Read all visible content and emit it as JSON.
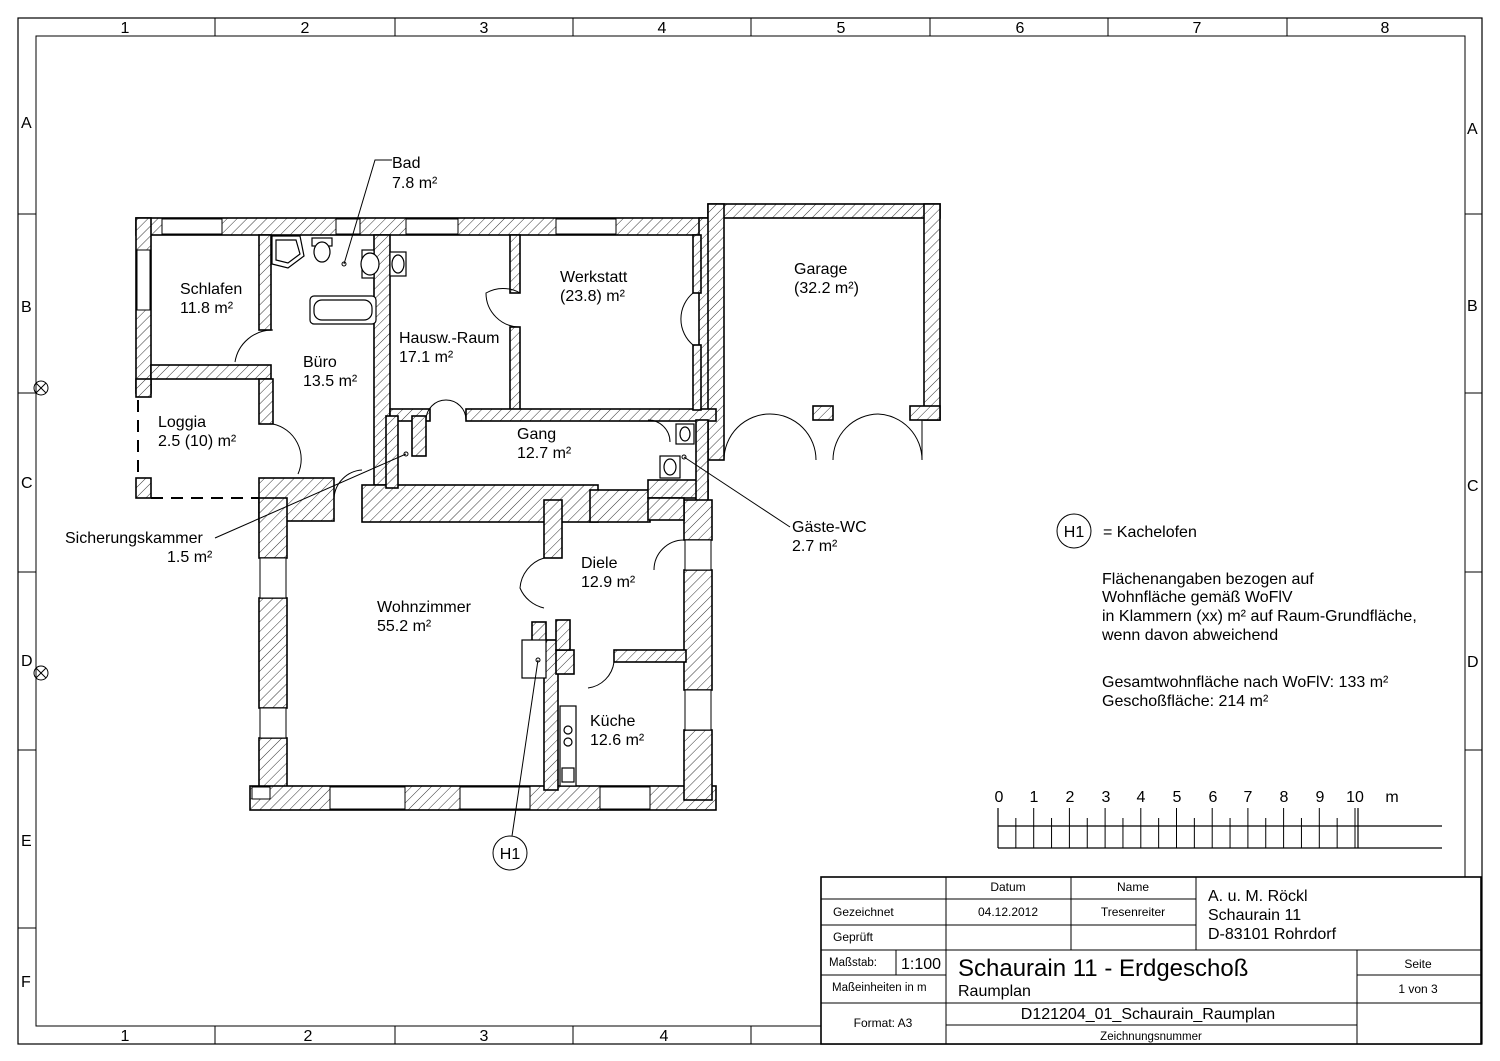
{
  "sheet": {
    "grid_columns": [
      "1",
      "2",
      "3",
      "4",
      "5",
      "6",
      "7",
      "8"
    ],
    "grid_rows": [
      "A",
      "B",
      "C",
      "D",
      "E",
      "F"
    ]
  },
  "rooms": {
    "bad": {
      "name": "Bad",
      "area": "7.8 m²"
    },
    "schlafen": {
      "name": "Schlafen",
      "area": "11.8 m²"
    },
    "buero": {
      "name": "Büro",
      "area": "13.5 m²"
    },
    "hausw": {
      "name": "Hausw.-Raum",
      "area": "17.1 m²"
    },
    "werkstatt": {
      "name": "Werkstatt",
      "area": "(23.8) m²"
    },
    "garage": {
      "name": "Garage",
      "area": "(32.2 m²)"
    },
    "loggia": {
      "name": "Loggia",
      "area": "2.5 (10) m²"
    },
    "gang": {
      "name": "Gang",
      "area": "12.7 m²"
    },
    "sicherung": {
      "name": "Sicherungskammer",
      "area": "1.5 m²"
    },
    "gaeste_wc": {
      "name": "Gäste-WC",
      "area": "2.7 m²"
    },
    "diele": {
      "name": "Diele",
      "area": "12.9 m²"
    },
    "wohnzimmer": {
      "name": "Wohnzimmer",
      "area": "55.2 m²"
    },
    "kueche": {
      "name": "Küche",
      "area": "12.6 m²"
    }
  },
  "legend": {
    "marker": "H1",
    "marker_text": "= Kachelofen",
    "notes": [
      "Flächenangaben bezogen auf",
      "Wohnfläche gemäß WoFlV",
      "in Klammern (xx) m² auf Raum-Grundfläche,",
      "wenn davon abweichend"
    ],
    "total_living": "Gesamtwohnfläche nach WoFlV: 133 m²",
    "floor_area": "Geschoßfläche: 214 m²"
  },
  "plan_marker": "H1",
  "scale_bar": {
    "ticks": [
      "0",
      "1",
      "2",
      "3",
      "4",
      "5",
      "6",
      "7",
      "8",
      "9",
      "10"
    ],
    "unit": "m"
  },
  "title_block": {
    "col_datum": "Datum",
    "col_name": "Name",
    "row_gezeichnet": "Gezeichnet",
    "gezeichnet_datum": "04.12.2012",
    "gezeichnet_name": "Tresenreiter",
    "row_geprueft": "Geprüft",
    "owner_lines": [
      "A. u. M. Röckl",
      "Schaurain 11",
      "D-83101 Rohrdorf"
    ],
    "massstab_label": "Maßstab:",
    "massstab_value": "1:100",
    "einheiten": "Maßeinheiten in m",
    "title": "Schaurain 11 - Erdgeschoß",
    "subtitle": "Raumplan",
    "seite_label": "Seite",
    "seite_value": "1 von 3",
    "format": "Format: A3",
    "drawing_number": "D121204_01_Schaurain_Raumplan",
    "drawing_number_label": "Zeichnungsnummer"
  }
}
